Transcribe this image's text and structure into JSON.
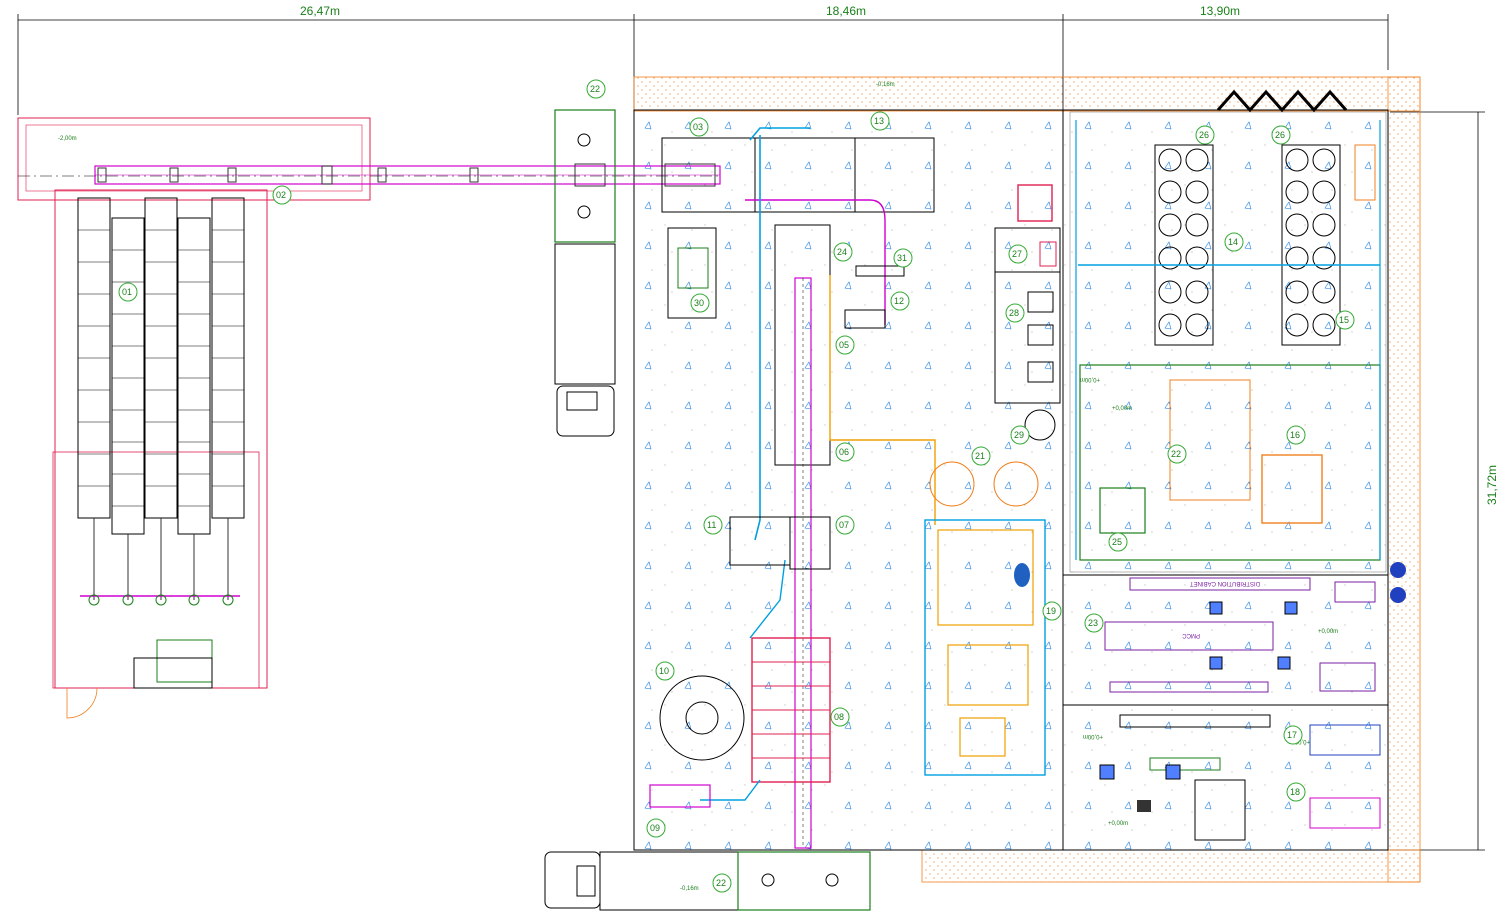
{
  "dimensions": {
    "top_left": "26,47m",
    "top_middle": "18,46m",
    "top_right": "13,90m",
    "right_vertical": "31,72m"
  },
  "levels": {
    "silo_area": "-2,00m",
    "top_strip": "-0,16m",
    "process_room": "+0,00m",
    "left_lvl_a": "+0,00m",
    "left_lvl_b": "+0,00m",
    "control_room": "+0,00m",
    "lab_room": "+0,00m",
    "bottom_lvl": "+0,00m",
    "truck_bay": "-0,16m"
  },
  "labels": {
    "distribution_cabinet": "DISTRIBUTION CABINET",
    "pmcc": "PMCC"
  },
  "equipment_tags": {
    "t01": "01",
    "t02": "02",
    "t03": "03",
    "t05": "05",
    "t06": "06",
    "t07": "07",
    "t08": "08",
    "t09": "09",
    "t10": "10",
    "t11": "11",
    "t12": "12",
    "t13": "13",
    "t14": "14",
    "t15": "15",
    "t16": "16",
    "t17": "17",
    "t18": "18",
    "t19": "19",
    "t21": "21",
    "t22a": "22",
    "t22b": "22",
    "t22c": "22",
    "t23": "23",
    "t24": "24",
    "t25": "25",
    "t26a": "26",
    "t26b": "26",
    "t27": "27",
    "t28": "28",
    "t29": "29",
    "t30": "30",
    "t31": "31"
  },
  "colors": {
    "dimension": "#1a7f1a",
    "building": "#000000",
    "hatch": "#f08020",
    "conveyor": "#d000d0",
    "water": "#00a0e0",
    "steam": "#f0a000",
    "mixer": "#e02050",
    "tag_circle": "#33aa33"
  }
}
